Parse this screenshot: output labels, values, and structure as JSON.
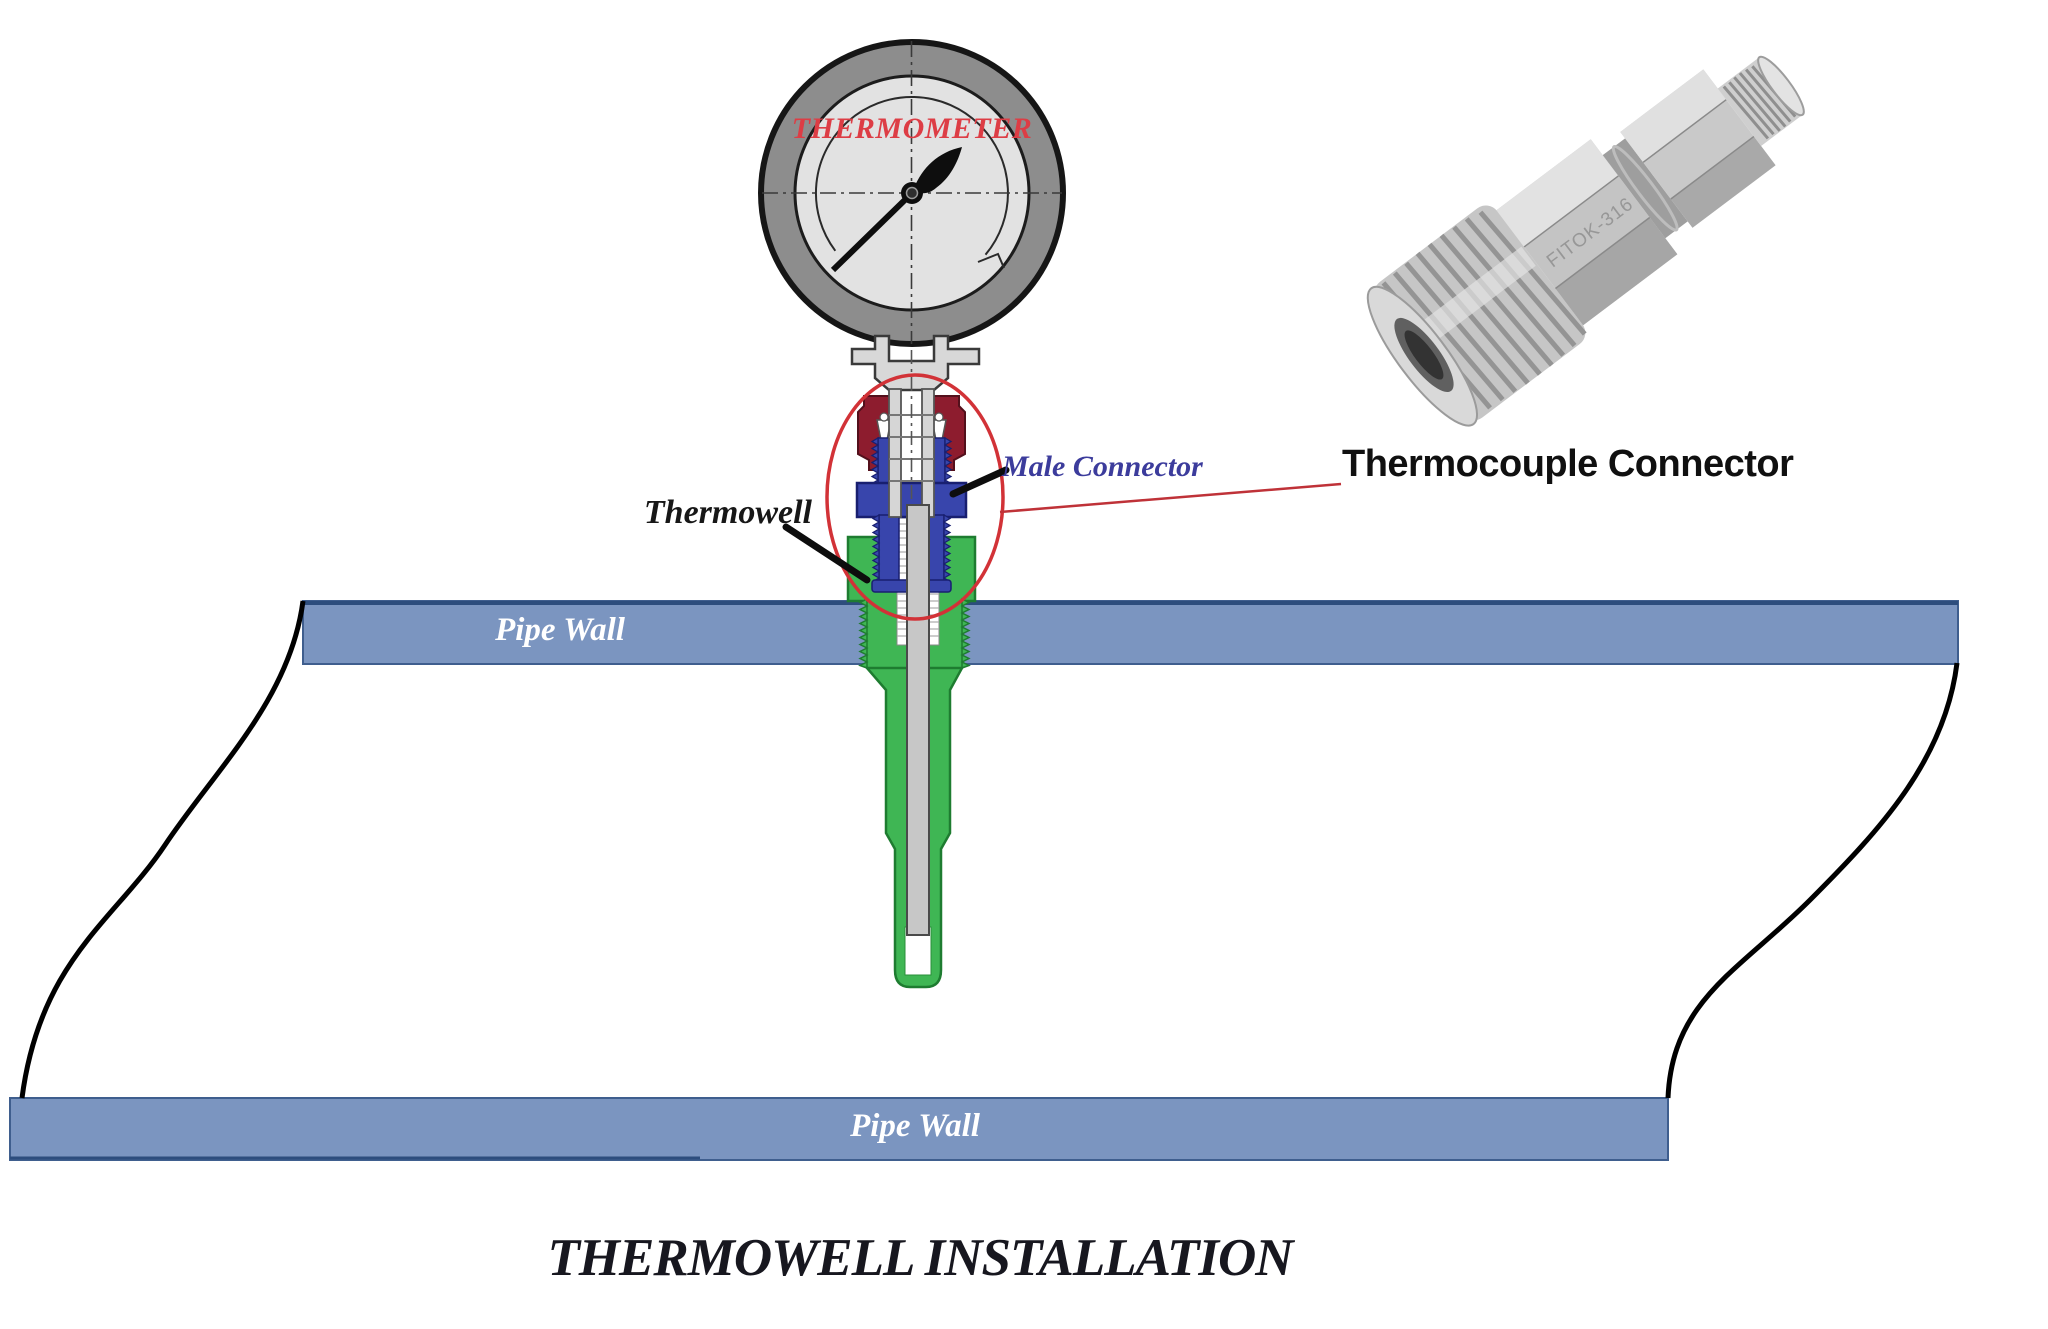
{
  "title": "THERMOWELL INSTALLATION",
  "gauge": {
    "label": "THERMOMETER"
  },
  "callouts": {
    "thermowell": "Thermowell",
    "male_connector": "Male Connector",
    "thermocouple_connector": "Thermocouple Connector"
  },
  "pipe": {
    "upper_label": "Pipe Wall",
    "lower_label": "Pipe Wall"
  },
  "photo": {
    "engraving": "FITOK-316"
  },
  "colors": {
    "thermometer_red": "#dd3d45",
    "label_navy": "#3c3c9c",
    "highlight_red": "#d23237",
    "pipe_wall_blue": "#7b95c0",
    "thermowell_green": "#3fb654",
    "male_connector_blue": "#3845ac",
    "nut_maroon": "#8d1c2e",
    "metal_grey": "#d6d6d6"
  }
}
